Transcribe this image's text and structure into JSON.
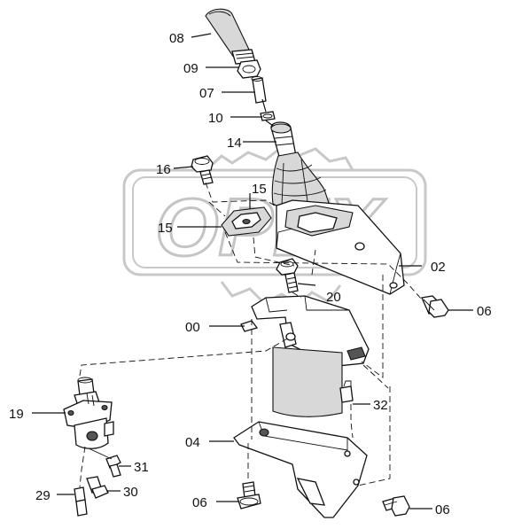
{
  "watermark": {
    "text": "OPEX"
  },
  "callouts": [
    {
      "id": "c08",
      "label": "08"
    },
    {
      "id": "c09",
      "label": "09"
    },
    {
      "id": "c07",
      "label": "07"
    },
    {
      "id": "c10",
      "label": "10"
    },
    {
      "id": "c14",
      "label": "14"
    },
    {
      "id": "c16",
      "label": "16"
    },
    {
      "id": "c15a",
      "label": "15"
    },
    {
      "id": "c15b",
      "label": "15"
    },
    {
      "id": "c02",
      "label": "02"
    },
    {
      "id": "c20",
      "label": "20"
    },
    {
      "id": "c06a",
      "label": "06"
    },
    {
      "id": "c00",
      "label": "00"
    },
    {
      "id": "c19",
      "label": "19"
    },
    {
      "id": "c32",
      "label": "32"
    },
    {
      "id": "c04",
      "label": "04"
    },
    {
      "id": "c31",
      "label": "31"
    },
    {
      "id": "c29",
      "label": "29"
    },
    {
      "id": "c30",
      "label": "30"
    },
    {
      "id": "c06b",
      "label": "06"
    },
    {
      "id": "c06c",
      "label": "06"
    }
  ]
}
